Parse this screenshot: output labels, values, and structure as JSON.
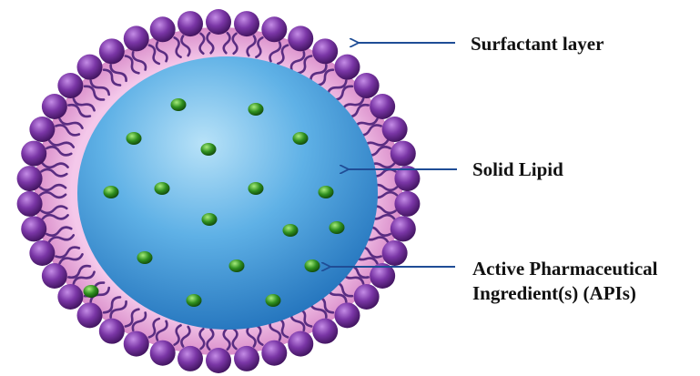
{
  "labels": {
    "surfactant": "Surfactant layer",
    "solid_lipid": "Solid Lipid",
    "api_line1": "Active Pharmaceutical",
    "api_line2": "Ingredient(s) (APIs)"
  },
  "colors": {
    "head": "#6b2a8c",
    "tail": "#5a2d82",
    "shell": "#e9a9d9",
    "core": "#3a94d8",
    "drug": "#2f8f1f",
    "arrow": "#1f4d96"
  },
  "particle": {
    "head_count": 42,
    "drug_count": 18
  }
}
